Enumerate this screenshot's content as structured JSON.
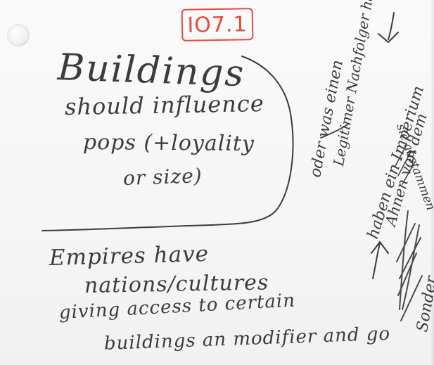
{
  "note": {
    "tag": "IO7.1",
    "title": "Buildings",
    "lines": [
      "should influence",
      "pops (+loyality",
      "or size)"
    ],
    "lower_lines": [
      "Empires have",
      "nations/cultures",
      "giving access to certain",
      "buildings an modifier and go"
    ],
    "side_notes": [
      "oder was einen",
      "Legitimer Nachfolger hat",
      "haben ein Imperium",
      "Ahnen von dem",
      "sie abstammen",
      "Sonder..."
    ],
    "ink_color": "#3c3c3c",
    "tag_color": "#e64b3c"
  }
}
